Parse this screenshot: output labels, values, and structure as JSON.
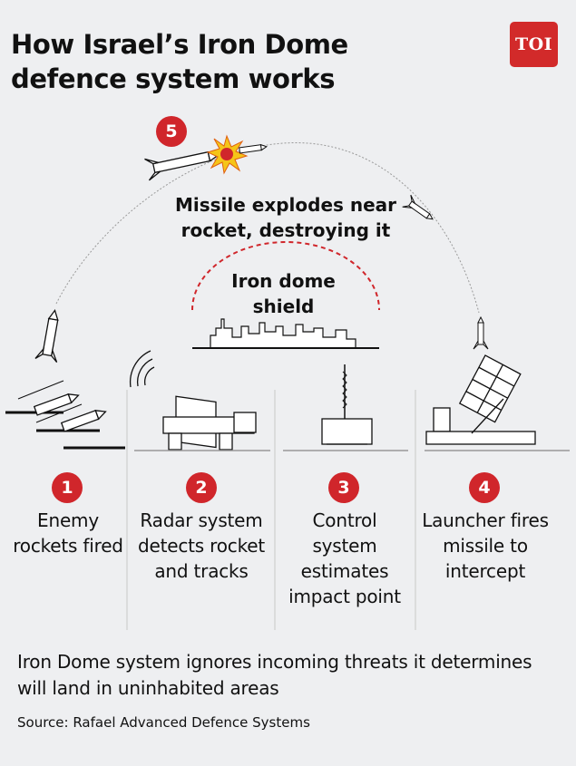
{
  "title": "How Israel’s Iron Dome defence system works",
  "logo": "TOI",
  "colors": {
    "accent": "#d0262b",
    "background": "#eeeff1",
    "ink": "#111111"
  },
  "callouts": {
    "intercept_number": "5",
    "intercept_label": "Missile explodes near rocket, destroying it",
    "shield_label": "Iron dome shield"
  },
  "steps": [
    {
      "number": "1",
      "label": "Enemy rockets fired",
      "icon": "rocket-launch-icon"
    },
    {
      "number": "2",
      "label": "Radar system detects rocket and tracks",
      "icon": "radar-icon"
    },
    {
      "number": "3",
      "label": "Control system estimates impact point",
      "icon": "control-unit-icon"
    },
    {
      "number": "4",
      "label": "Launcher fires missile to intercept",
      "icon": "missile-launcher-icon"
    }
  ],
  "note": "Iron Dome system ignores incoming threats it determines will land in uninhabited areas",
  "source": "Source: Rafael Advanced Defence Systems"
}
